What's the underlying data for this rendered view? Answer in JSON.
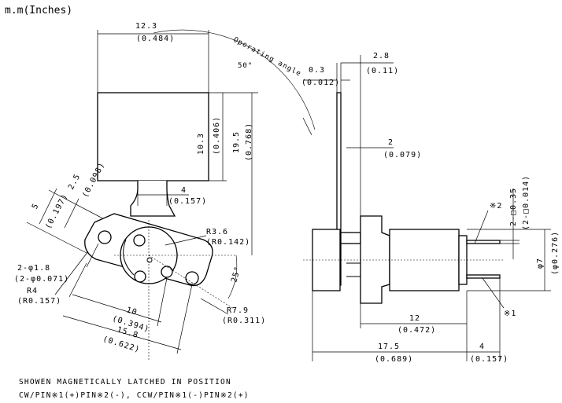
{
  "units_label": "m.m(Inches)",
  "operating_angle": {
    "label": "Operating angle",
    "value": "50°"
  },
  "front_view": {
    "dims": {
      "width_mm": "12.3",
      "width_in": "(0.484)",
      "paddle_h_mm": "10.3",
      "paddle_h_in": "(0.406)",
      "total_h_mm": "19.5",
      "total_h_in": "(0.768)",
      "neck_mm": "4",
      "neck_in": "(0.157)",
      "d25_mm": "2.5",
      "d25_in": "(0.098)",
      "d5_mm": "5",
      "d5_in": "(0.197)",
      "holes_mm": "2-φ1.8",
      "holes_in": "(2-φ0.071)",
      "r4_mm": "R4",
      "r4_in": "(R0.157)",
      "r36_mm": "R3.6",
      "r36_in": "(R0.142)",
      "r79_mm": "R7.9",
      "r79_in": "(R0.311)",
      "angle25": "25°",
      "d10_mm": "10",
      "d10_in": "(0.394)",
      "d158_mm": "15.8",
      "d158_in": "(0.622)"
    }
  },
  "side_view": {
    "dims": {
      "d03_mm": "0.3",
      "d03_in": "(0.012)",
      "d28_mm": "2.8",
      "d28_in": "(0.11)",
      "d2_mm": "2",
      "d2_in": "(0.079)",
      "pin_mm": "2-□0.35",
      "pin_in": "(2-□0.014)",
      "mark2": "※2",
      "mark1": "※1",
      "dia_mm": "φ7",
      "dia_in": "(φ0.276)",
      "d12_mm": "12",
      "d12_in": "(0.472)",
      "d175_mm": "17.5",
      "d175_in": "(0.689)",
      "d4_mm": "4",
      "d4_in": "(0.157)"
    }
  },
  "notes": {
    "line1": "SHOWEN MAGNETICALLY LATCHED IN POSITION",
    "line2": "CW/PIN※1(+)PIN※2(-), CCW/PIN※1(-)PIN※2(+)"
  }
}
